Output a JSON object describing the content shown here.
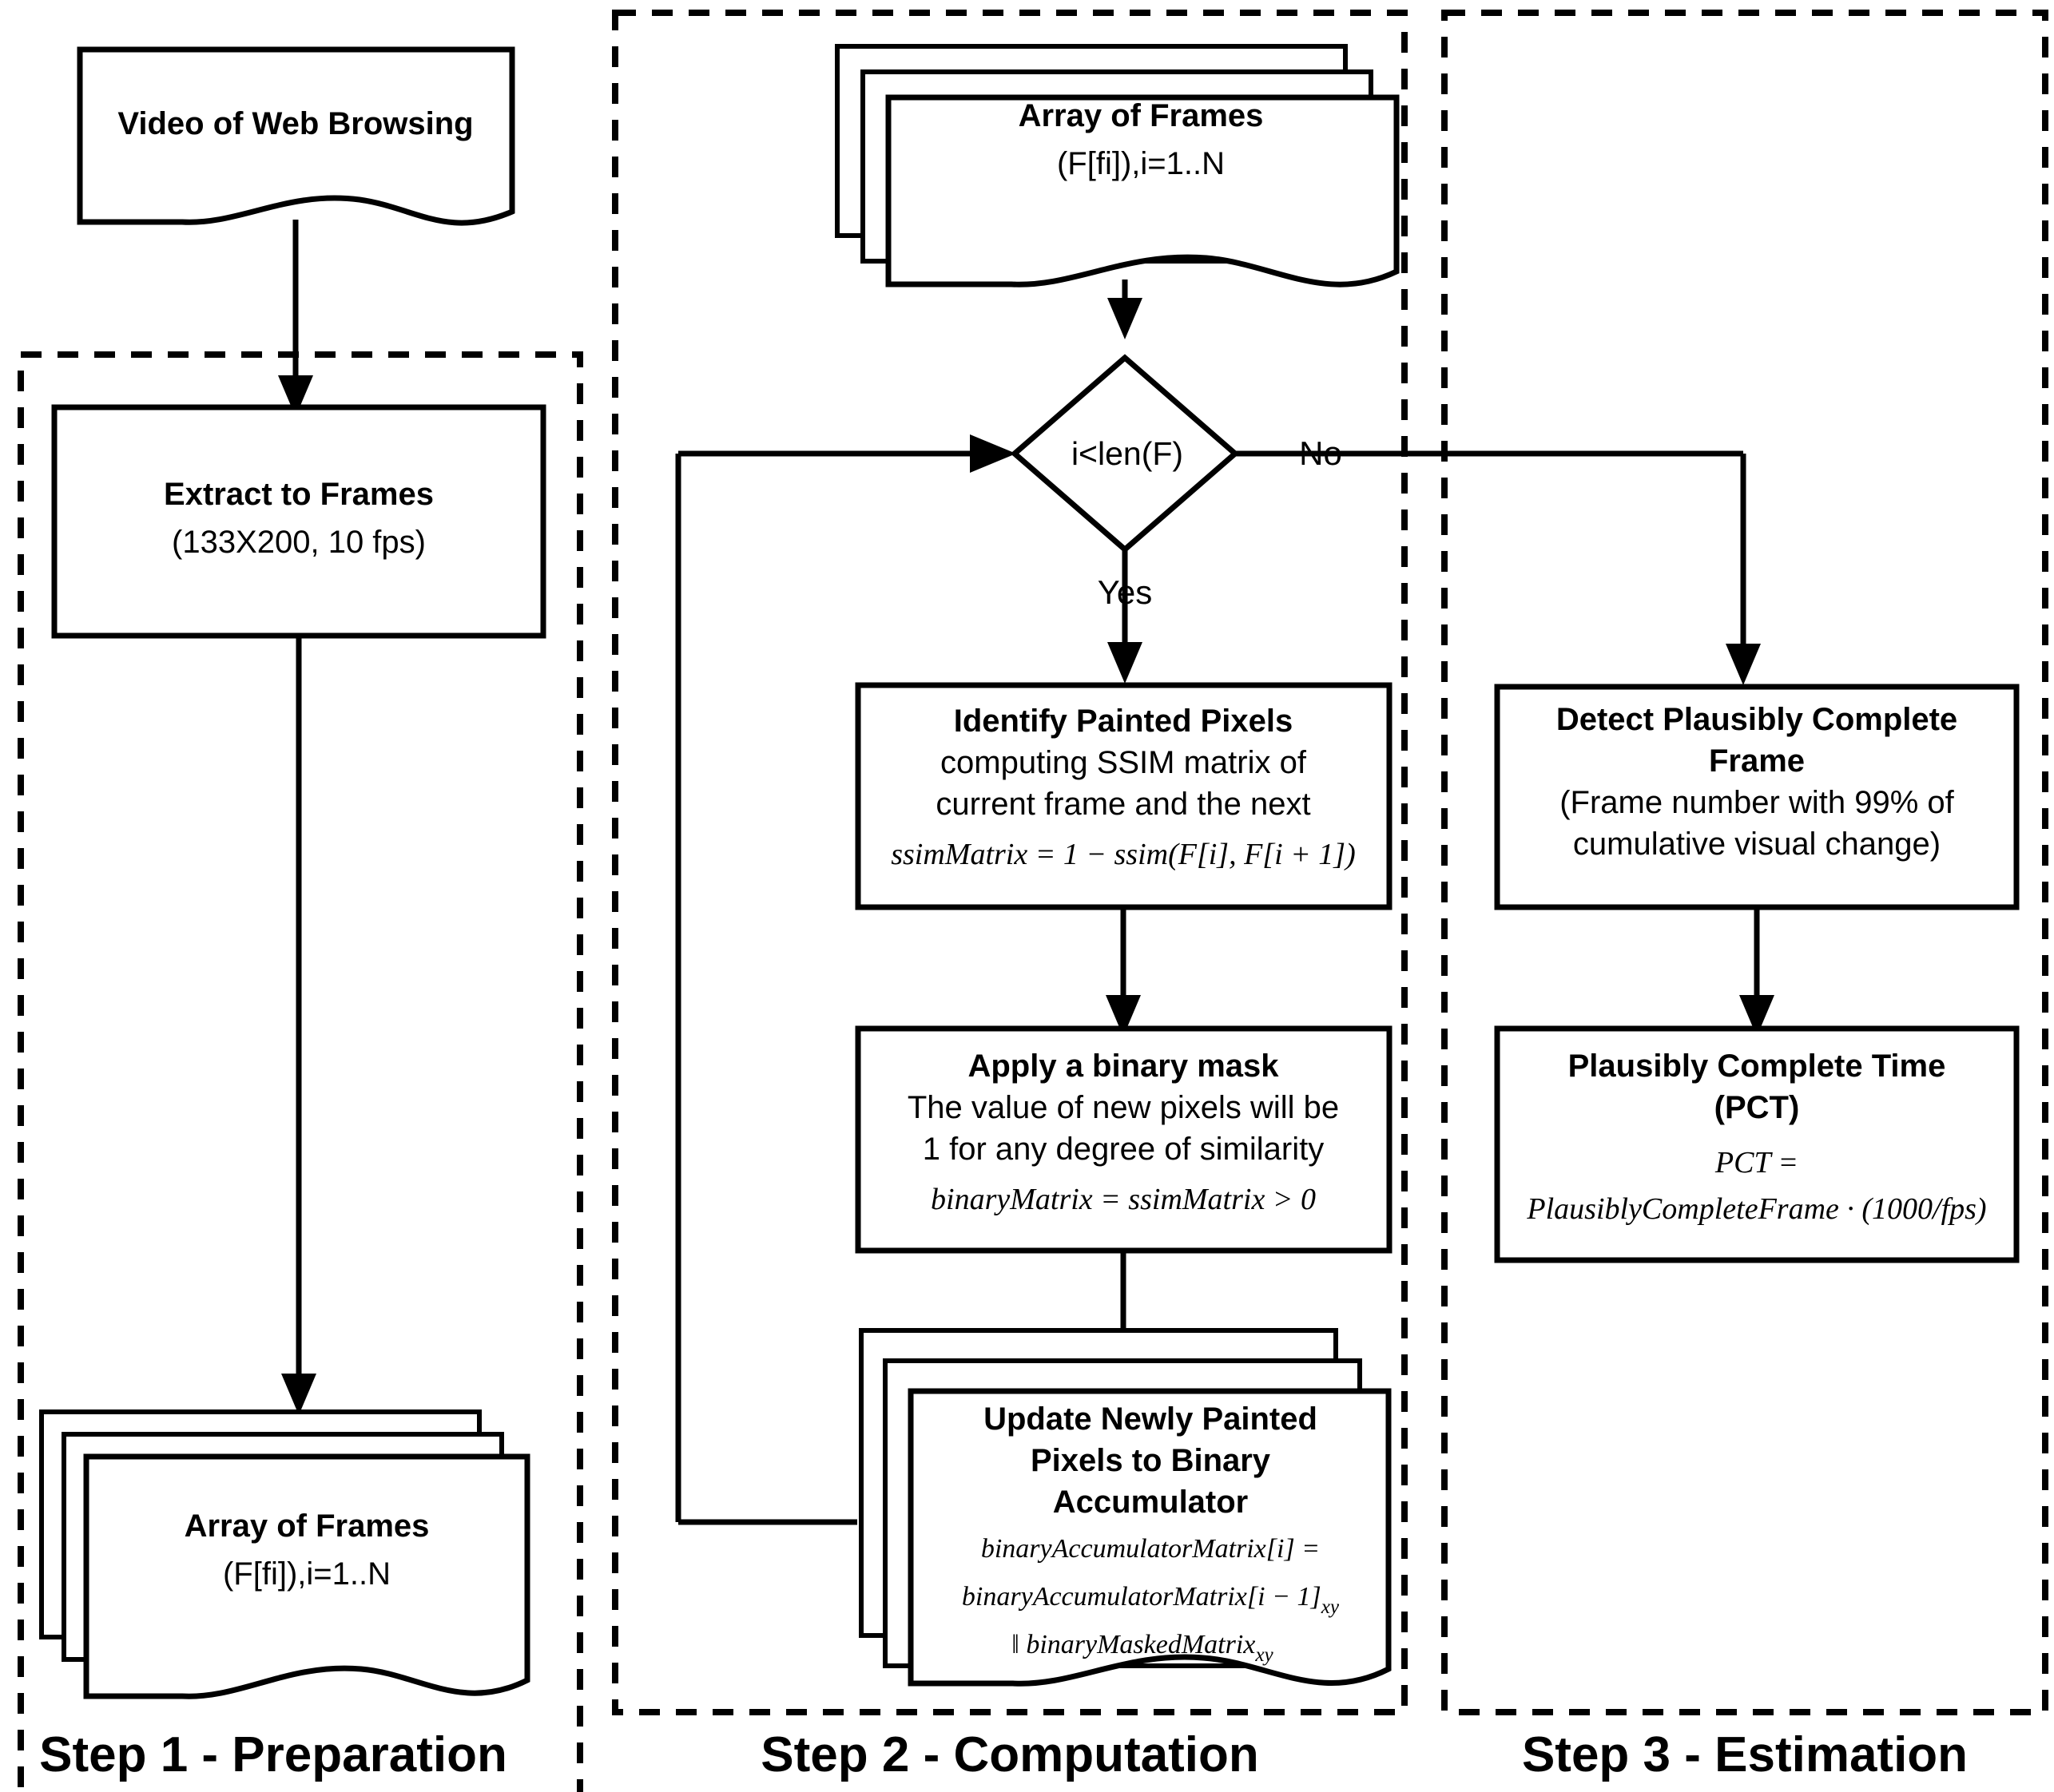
{
  "diagram": {
    "title_present": false,
    "colors": {
      "stroke": "#000000",
      "fill": "#ffffff",
      "background": "#ffffff"
    },
    "panels": [
      {
        "id": "step1",
        "label": "Step 1 - Preparation"
      },
      {
        "id": "step2",
        "label": "Step 2 - Computation"
      },
      {
        "id": "step3",
        "label": "Step 3 - Estimation"
      }
    ],
    "nodes": {
      "video_source": {
        "shape": "document",
        "lines": [
          {
            "text": "Video of Web Browsing",
            "style": "bold"
          }
        ]
      },
      "extract_frames": {
        "shape": "process",
        "lines": [
          {
            "text": "Extract to Frames",
            "style": "bold"
          },
          {
            "text": "(133X200, 10 fps)",
            "style": "regular"
          }
        ]
      },
      "array_of_frames_step1": {
        "shape": "multi-document",
        "lines": [
          {
            "text": "Array of Frames",
            "style": "bold"
          },
          {
            "text": "(F[fi]),i=1..N",
            "style": "regular"
          }
        ]
      },
      "array_of_frames_step2": {
        "shape": "multi-document",
        "lines": [
          {
            "text": "Array of Frames",
            "style": "bold"
          },
          {
            "text": "(F[fi]),i=1..N",
            "style": "regular"
          }
        ]
      },
      "loop_decision": {
        "shape": "diamond",
        "condition": "i<len(F)",
        "yes_label": "Yes",
        "no_label": "No"
      },
      "identify_painted_pixels": {
        "shape": "process",
        "lines": [
          {
            "text": "Identify Painted Pixels",
            "style": "bold"
          },
          {
            "text": "computing SSIM  matrix of",
            "style": "regular"
          },
          {
            "text": "current frame and the next",
            "style": "regular"
          }
        ],
        "formula_lines": [
          {
            "text": "ssimMatrix = 1 − ssim(F[i], F[i + 1])"
          }
        ]
      },
      "apply_binary_mask": {
        "shape": "process",
        "lines": [
          {
            "text": "Apply a binary mask",
            "style": "bold"
          },
          {
            "text": "The value of new pixels will be",
            "style": "regular"
          },
          {
            "text": "1 for any degree of similarity",
            "style": "regular"
          }
        ],
        "formula_lines": [
          {
            "text": "binaryMatrix = ssimMatrix > 0"
          }
        ]
      },
      "update_accumulator": {
        "shape": "multi-document",
        "lines": [
          {
            "text": "Update  Newly Painted",
            "style": "bold"
          },
          {
            "text": "Pixels to Binary",
            "style": "bold"
          },
          {
            "text": "Accumulator",
            "style": "bold"
          }
        ],
        "formula_lines": [
          {
            "main": "binaryAccumulatorMatrix[i] =",
            "sub": ""
          },
          {
            "main": "binaryAccumulatorMatrix[i − 1]",
            "sub": "xy"
          },
          {
            "main": "‖ binaryMaskedMatrix",
            "sub": "xy"
          }
        ]
      },
      "detect_complete_frame": {
        "shape": "process",
        "lines": [
          {
            "text": "Detect Plausibly Complete",
            "style": "bold"
          },
          {
            "text": "Frame",
            "style": "bold"
          },
          {
            "text": "(Frame number with  99% of",
            "style": "regular"
          },
          {
            "text": "cumulative visual change)",
            "style": "regular"
          }
        ]
      },
      "plausibly_complete_time": {
        "shape": "process",
        "lines": [
          {
            "text": "Plausibly Complete Time",
            "style": "bold"
          },
          {
            "text": "(PCT)",
            "style": "bold"
          }
        ],
        "formula_lines": [
          {
            "text": "PCT ="
          },
          {
            "text": "PlausiblyCompleteFrame · (1000/fps)"
          }
        ]
      }
    }
  }
}
